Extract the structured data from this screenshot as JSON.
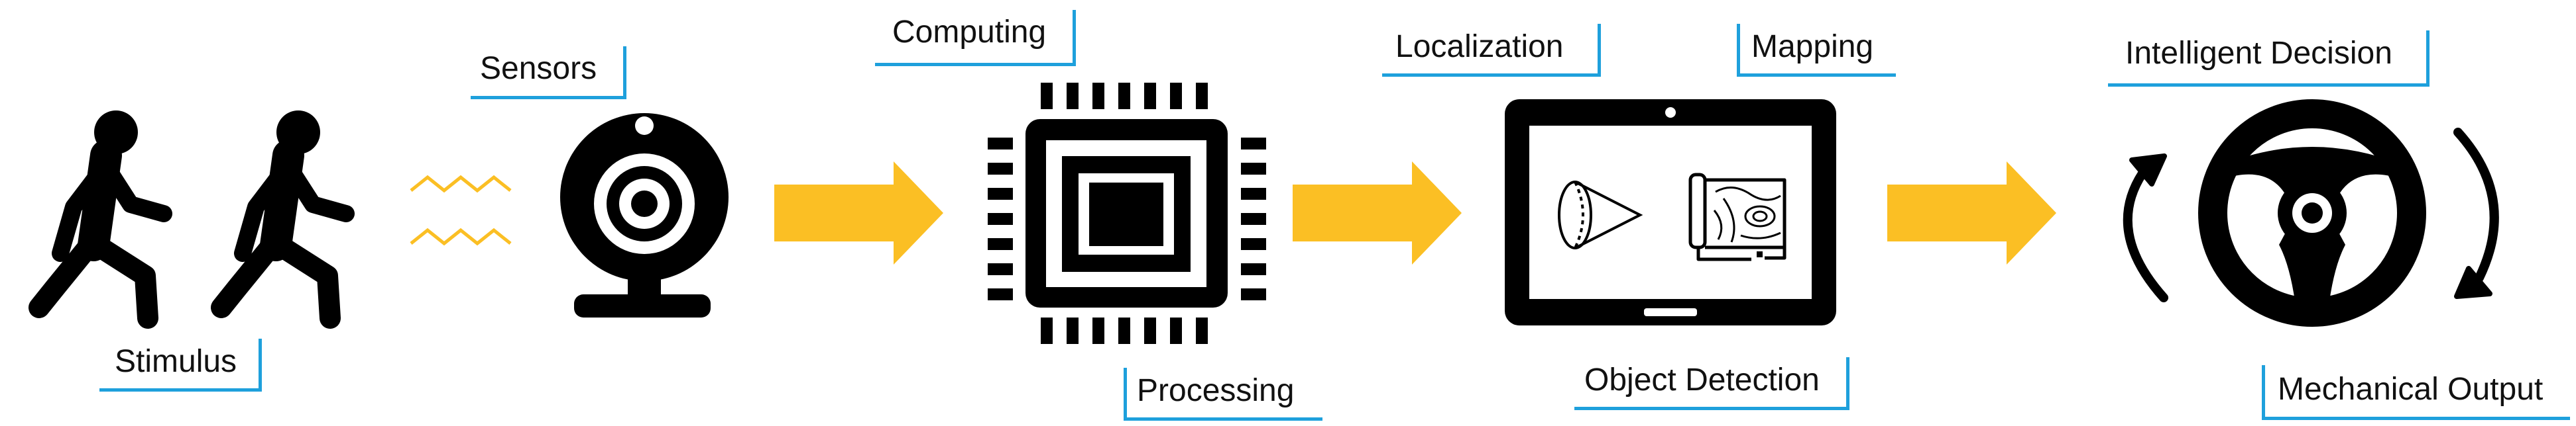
{
  "labels": {
    "stimulus": "Stimulus",
    "sensors": "Sensors",
    "computing": "Computing",
    "processing": "Processing",
    "localization": "Localization",
    "mapping": "Mapping",
    "object_detection": "Object Detection",
    "intelligent_decision": "Intelligent Decision",
    "mechanical_output": "Mechanical Output"
  },
  "icons": {
    "stimulus": "walking-person-icon",
    "sensors": "webcam-icon",
    "computing": "cpu-chip-icon",
    "mapping_device": "tablet-icon",
    "localization_symbol": "cone-icon",
    "mapping_symbol": "map-blueprint-icon",
    "decision": "steering-wheel-icon",
    "flow": "arrow-right-icon",
    "signal": "wave-signal-icon"
  },
  "colors": {
    "accent_arrow": "#fbbf24",
    "bracket": "#1ea0dc",
    "icon": "#000000",
    "text": "#111111"
  }
}
